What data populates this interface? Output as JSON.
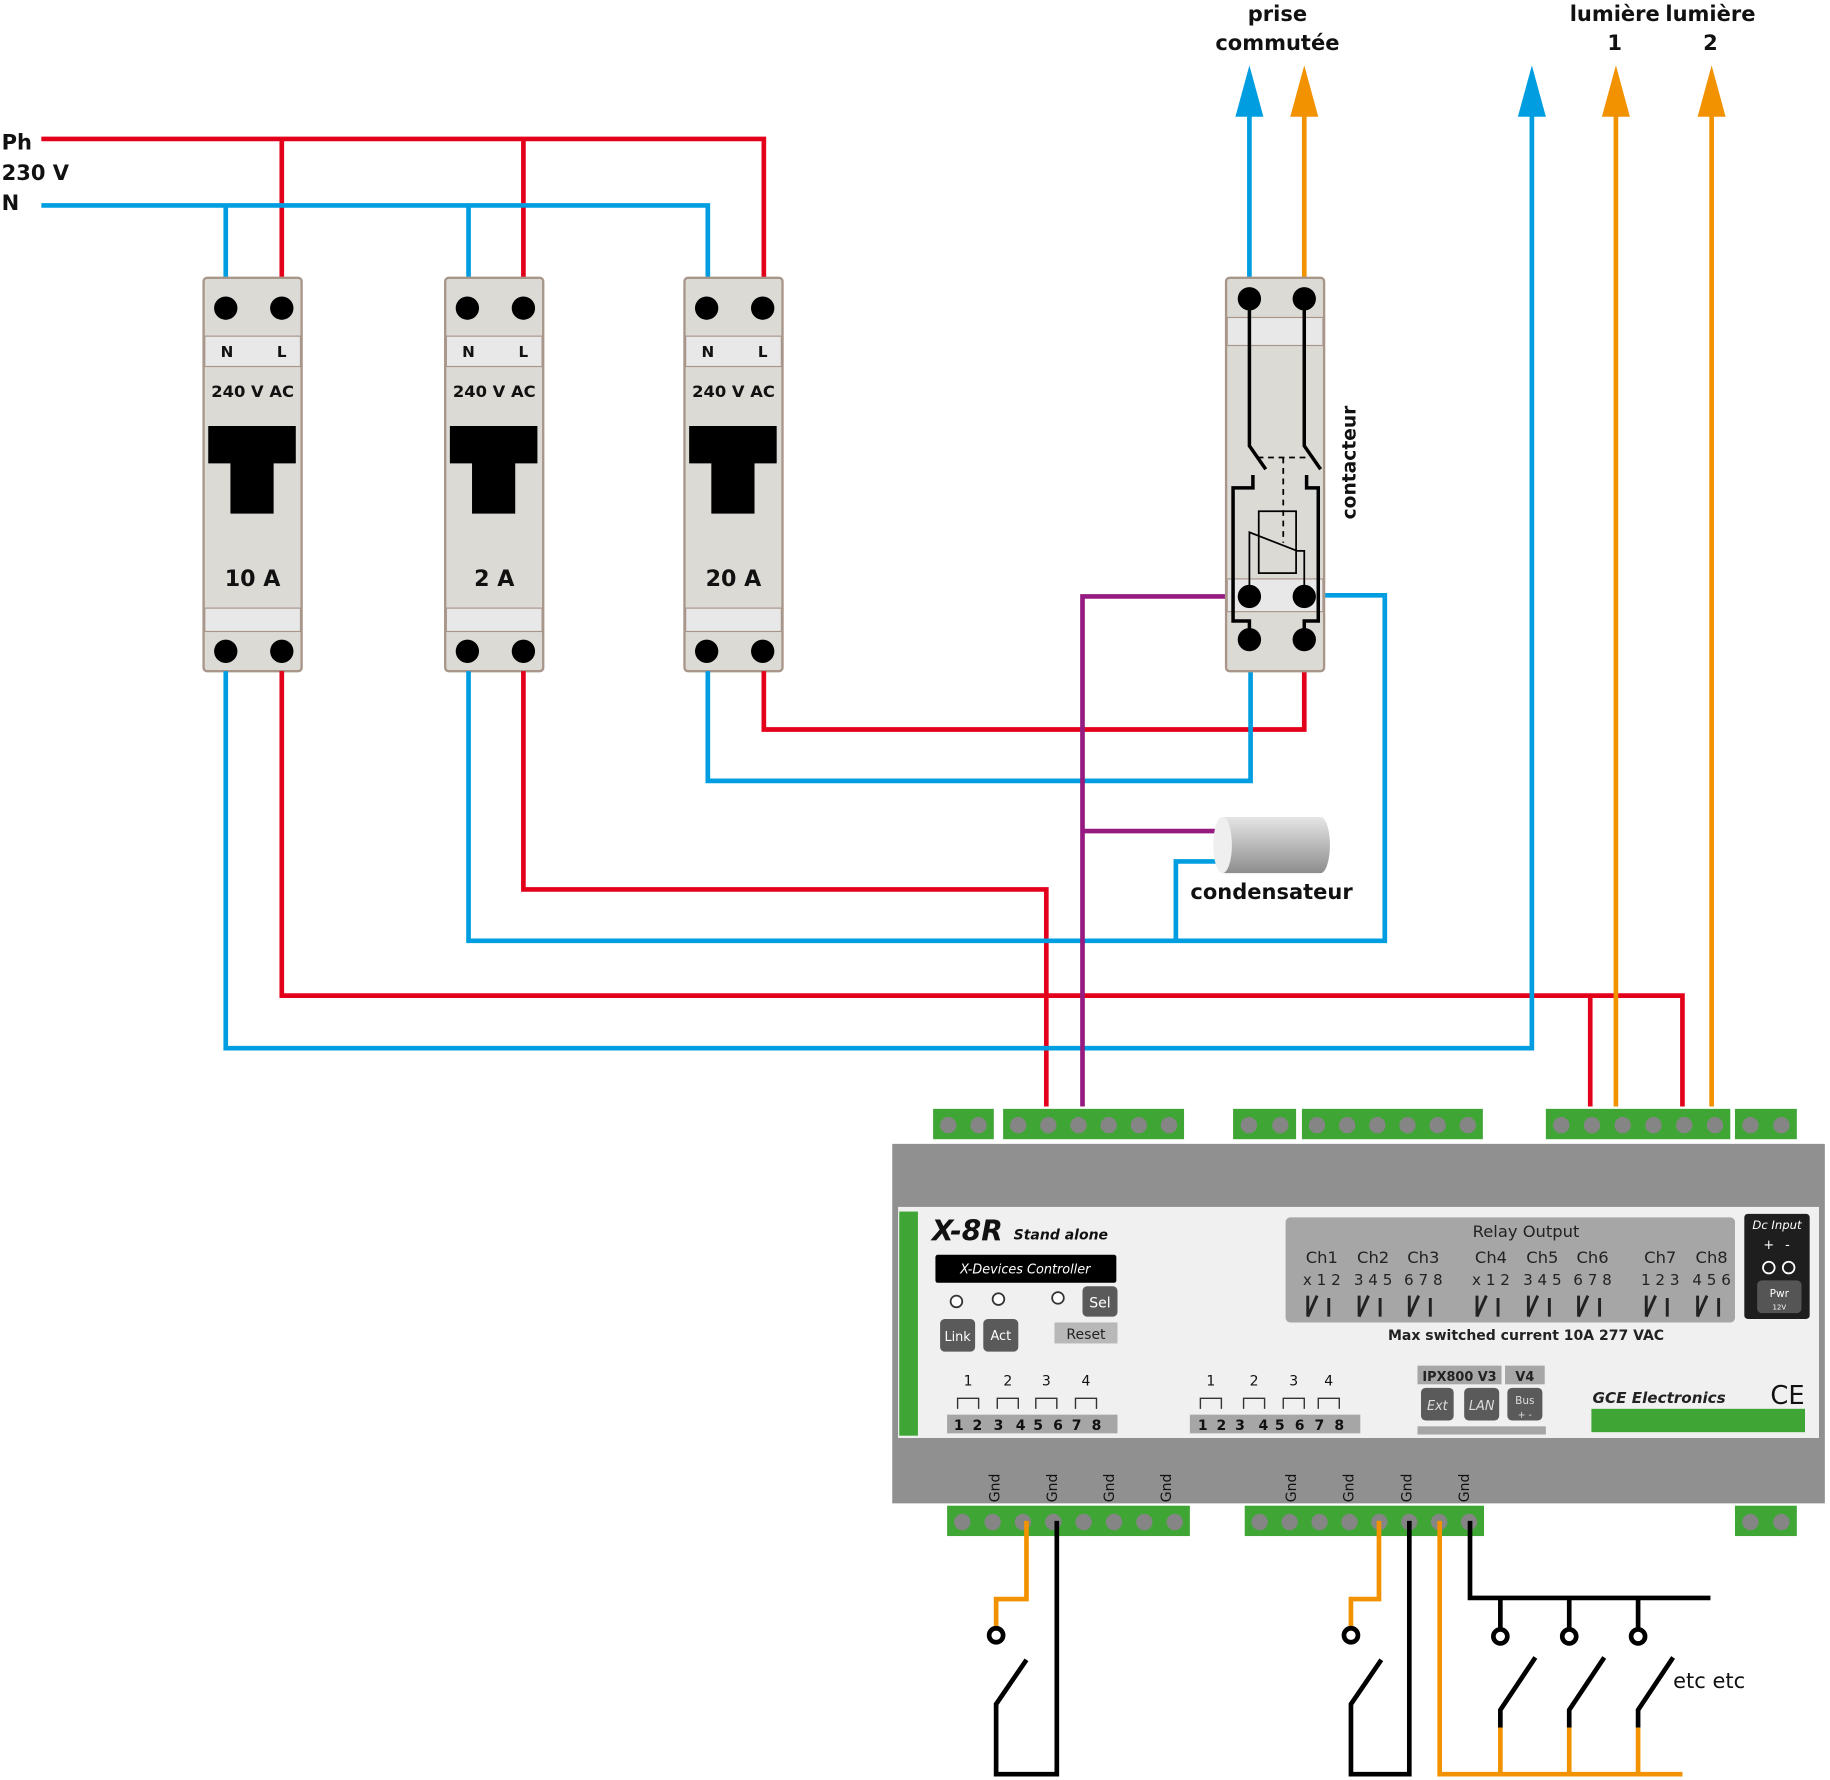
{
  "supply": {
    "phase_label": "Ph",
    "voltage_label": "230 V",
    "neutral_label": "N"
  },
  "breakers": [
    {
      "terminal_n": "N",
      "terminal_l": "L",
      "rating_voltage": "240 V AC",
      "rating_current": "10 A"
    },
    {
      "terminal_n": "N",
      "terminal_l": "L",
      "rating_voltage": "240 V AC",
      "rating_current": "2 A"
    },
    {
      "terminal_n": "N",
      "terminal_l": "L",
      "rating_voltage": "240 V AC",
      "rating_current": "20 A"
    }
  ],
  "contactor": {
    "label": "contacteur"
  },
  "capacitor": {
    "label": "condensateur"
  },
  "outputs": {
    "switched_outlet_line1": "prise",
    "switched_outlet_line2": "commutée",
    "light1_line1": "lumière",
    "light1_line2": "1",
    "light2_line1": "lumière",
    "light2_line2": "2"
  },
  "module": {
    "model": "X-8R",
    "subtitle": "Stand alone",
    "controller_badge": "X-Devices Controller",
    "buttons": {
      "link": "Link",
      "act": "Act",
      "sel": "Sel",
      "reset": "Reset"
    },
    "inputs_left": {
      "groups": [
        "1",
        "2",
        "3",
        "4"
      ],
      "pins": [
        "1",
        "2",
        "3",
        "4",
        "5",
        "6",
        "7",
        "8"
      ]
    },
    "inputs_right": {
      "groups": [
        "1",
        "2",
        "3",
        "4"
      ],
      "pins": [
        "1",
        "2",
        "3",
        "4",
        "5",
        "6",
        "7",
        "8"
      ]
    },
    "relay_output": {
      "title": "Relay Output",
      "channels": [
        "Ch1",
        "Ch2",
        "Ch3",
        "Ch4",
        "Ch5",
        "Ch6",
        "Ch7",
        "Ch8"
      ],
      "pin_rows": [
        "x 1 2",
        "3 4 5",
        "6 7 8",
        "x 1 2",
        "3 4 5",
        "6 7 8",
        "1 2 3",
        "4 5 6"
      ],
      "max_current": "Max switched current 10A 277 VAC"
    },
    "dc_input": {
      "title": "Dc Input",
      "plus": "+",
      "minus": "-",
      "pwr": "Pwr",
      "pwr_voltage": "12V"
    },
    "bus": {
      "ipx_v3": "IPX800 V3",
      "v4": "V4",
      "ext": "Ext",
      "lan": "LAN",
      "bus": "Bus",
      "bus_pm": "+  -"
    },
    "brand": "GCE Electronics",
    "ce_mark": "CE",
    "gnd_labels": [
      "Gnd",
      "Gnd",
      "Gnd",
      "Gnd",
      "Gnd",
      "Gnd",
      "Gnd",
      "Gnd"
    ]
  },
  "switches": {
    "etc_label": "etc etc"
  },
  "colors": {
    "phase": "#e2001a",
    "neutral": "#009ee0",
    "switched": "#f39200",
    "control": "#951b81",
    "terminal_green": "#3fa535",
    "module_gray": "#909090"
  }
}
